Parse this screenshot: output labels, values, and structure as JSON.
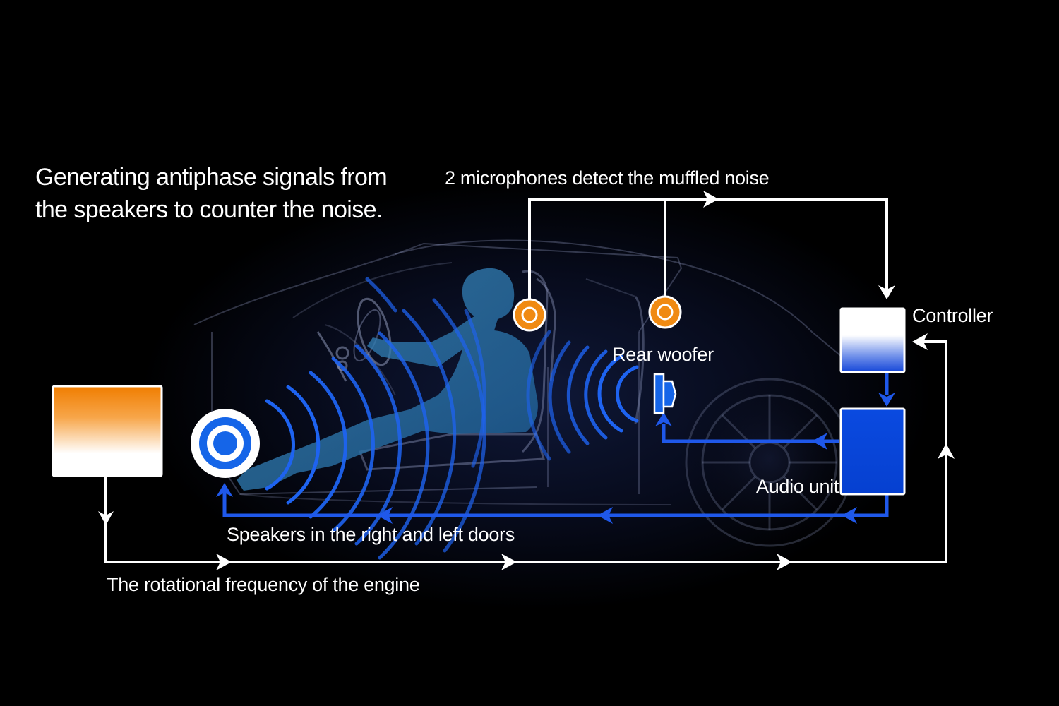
{
  "headline": {
    "line1": "Generating antiphase signals from",
    "line2": "the speakers to counter the noise."
  },
  "labels": {
    "microphones": "2 microphones detect the muffled noise",
    "controller": "Controller",
    "rear_woofer": "Rear woofer",
    "audio_unit": "Audio unit",
    "speakers": "Speakers in the right and left doors",
    "engine_frequency": "The rotational frequency of the engine"
  },
  "colors": {
    "background": "#000000",
    "signal_flow_white": "#ffffff",
    "audio_flow_blue": "#1e56e6",
    "microphone_orange": "#f08a12",
    "sound_wave_blue": "#1e63f0"
  },
  "icons": {
    "engine_sensor": "orange-gradient-box",
    "controller": "white-blue-gradient-box",
    "audio_unit": "blue-box",
    "door_speaker": "speaker-target-icon",
    "rear_woofer": "woofer-icon",
    "microphone": "microphone-icon"
  }
}
